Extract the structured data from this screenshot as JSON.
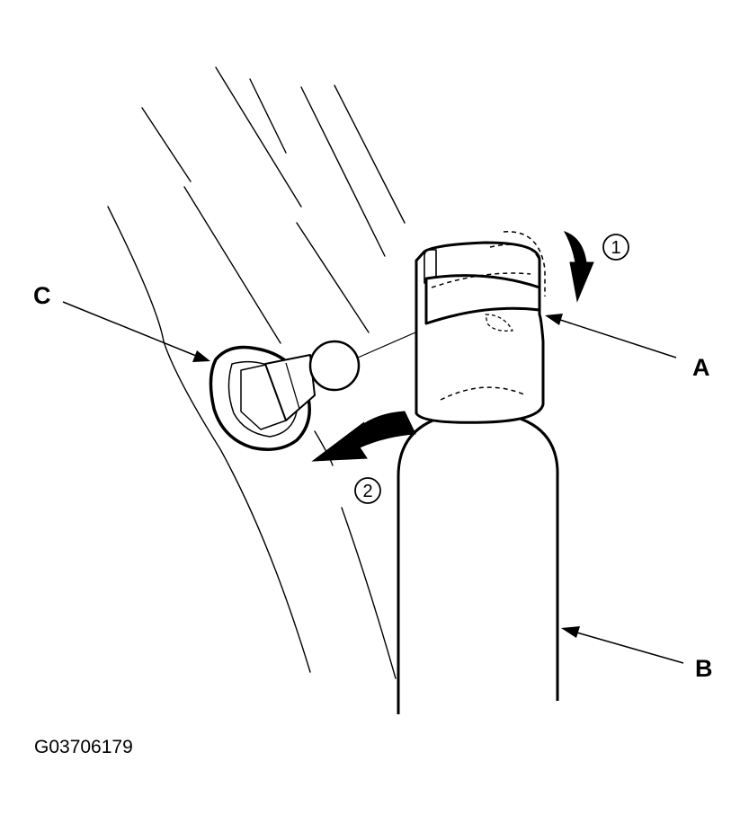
{
  "labels": {
    "a": "A",
    "b": "B",
    "c": "C"
  },
  "steps": {
    "one": "1",
    "two": "2"
  },
  "figure_code": "G03706179",
  "colors": {
    "ink": "#000000",
    "paper": "#ffffff"
  }
}
